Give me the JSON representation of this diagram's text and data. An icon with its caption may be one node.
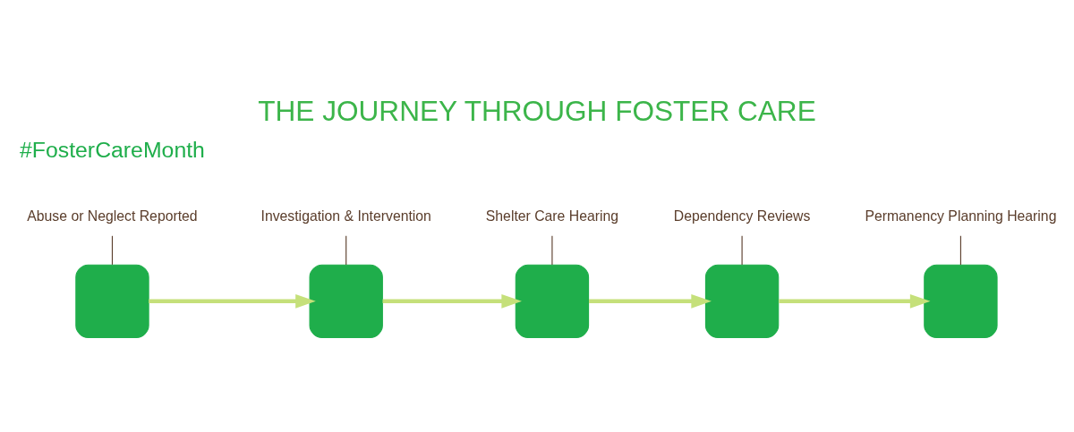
{
  "diagram": {
    "title": "THE JOURNEY THROUGH FOSTER CARE",
    "nodes": [
      {
        "text": [
          "Abuse or Neglect Reported"
        ]
      },
      {
        "text": [],
        "shape": "box"
      },
      {
        "text": [
          "Investigation & Intervention"
        ]
      },
      {
        "text": [],
        "shape": "box"
      },
      {
        "text": [
          "Shelter Care Hearing"
        ]
      },
      {
        "text": [],
        "shape": "box"
      },
      {
        "text": [
          "Dependency Reviews"
        ]
      },
      {
        "text": [],
        "shape": "box"
      },
      {
        "text": [
          "Permanency Planning Hearing"
        ]
      },
      {
        "text": [],
        "shape": "box"
      }
    ],
    "edges": [
      {
        "from": 0,
        "to": 1,
        "arrow": "none",
        "color": "#5a3d2b"
      },
      {
        "from": 2,
        "to": 3,
        "arrow": "none",
        "color": "#5a3d2b"
      },
      {
        "from": 4,
        "to": 5,
        "arrow": "none",
        "color": "#5a3d2b"
      },
      {
        "from": 6,
        "to": 7,
        "arrow": "none",
        "color": "#5a3d2b"
      },
      {
        "from": 8,
        "to": 9,
        "arrow": "none",
        "color": "#5a3d2b"
      },
      {
        "from": 1,
        "to": 3,
        "arrow": "to",
        "style": "thick",
        "color": "#c5e07a"
      },
      {
        "from": 3,
        "to": 5,
        "arrow": "to",
        "style": "thick",
        "color": "#c5e07a"
      },
      {
        "from": 5,
        "to": 7,
        "arrow": "to",
        "style": "thick",
        "color": "#c5e07a"
      },
      {
        "from": 7,
        "to": 9,
        "arrow": "to",
        "style": "thick",
        "color": "#c5e07a"
      }
    ],
    "labels": [
      "#FosterCareMonth"
    ]
  }
}
